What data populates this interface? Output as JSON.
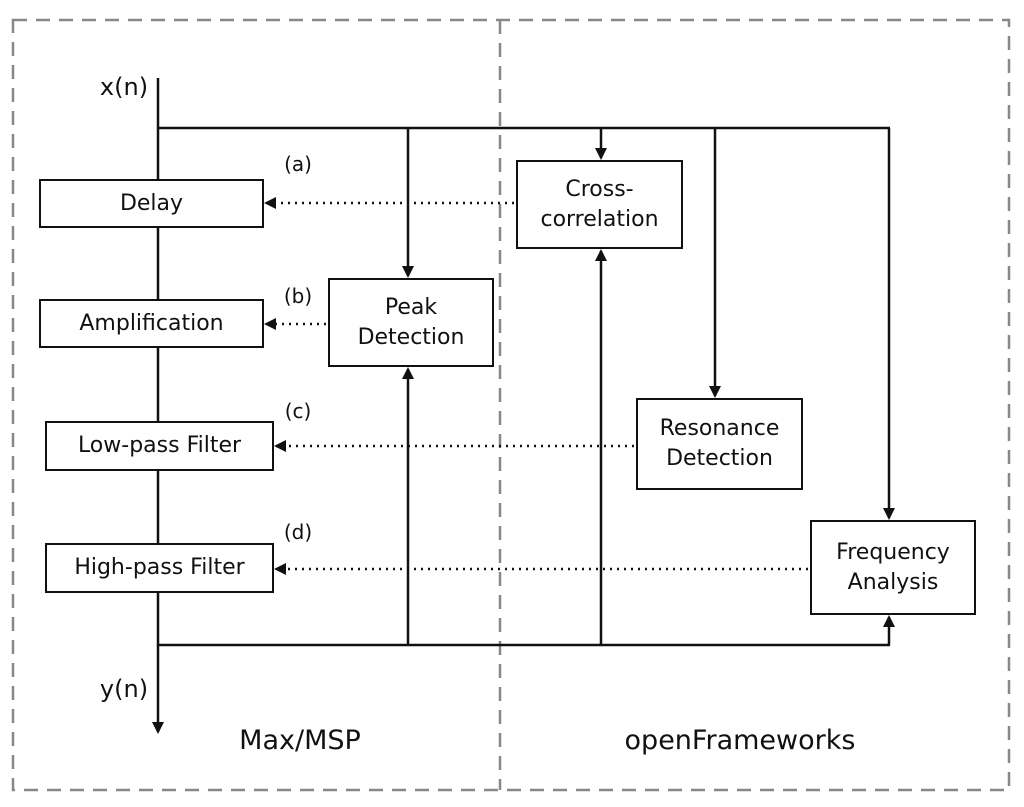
{
  "regions": {
    "left": "Max/MSP",
    "right": "openFrameworks"
  },
  "signals": {
    "input": "x(n)",
    "output": "y(n)"
  },
  "chain_blocks": {
    "delay": "Delay",
    "amplification": "Amplification",
    "lowpass": "Low-pass Filter",
    "highpass": "High-pass Filter"
  },
  "analysis_blocks": {
    "peak_detection": [
      "Peak",
      "Detection"
    ],
    "cross_correlation": [
      "Cross-",
      "correlation"
    ],
    "resonance_detection": [
      "Resonance",
      "Detection"
    ],
    "frequency_analysis": [
      "Frequency",
      "Analysis"
    ]
  },
  "control_labels": {
    "a": "(a)",
    "b": "(b)",
    "c": "(c)",
    "d": "(d)"
  },
  "colors": {
    "line": "#111111",
    "region_border": "#888888"
  }
}
